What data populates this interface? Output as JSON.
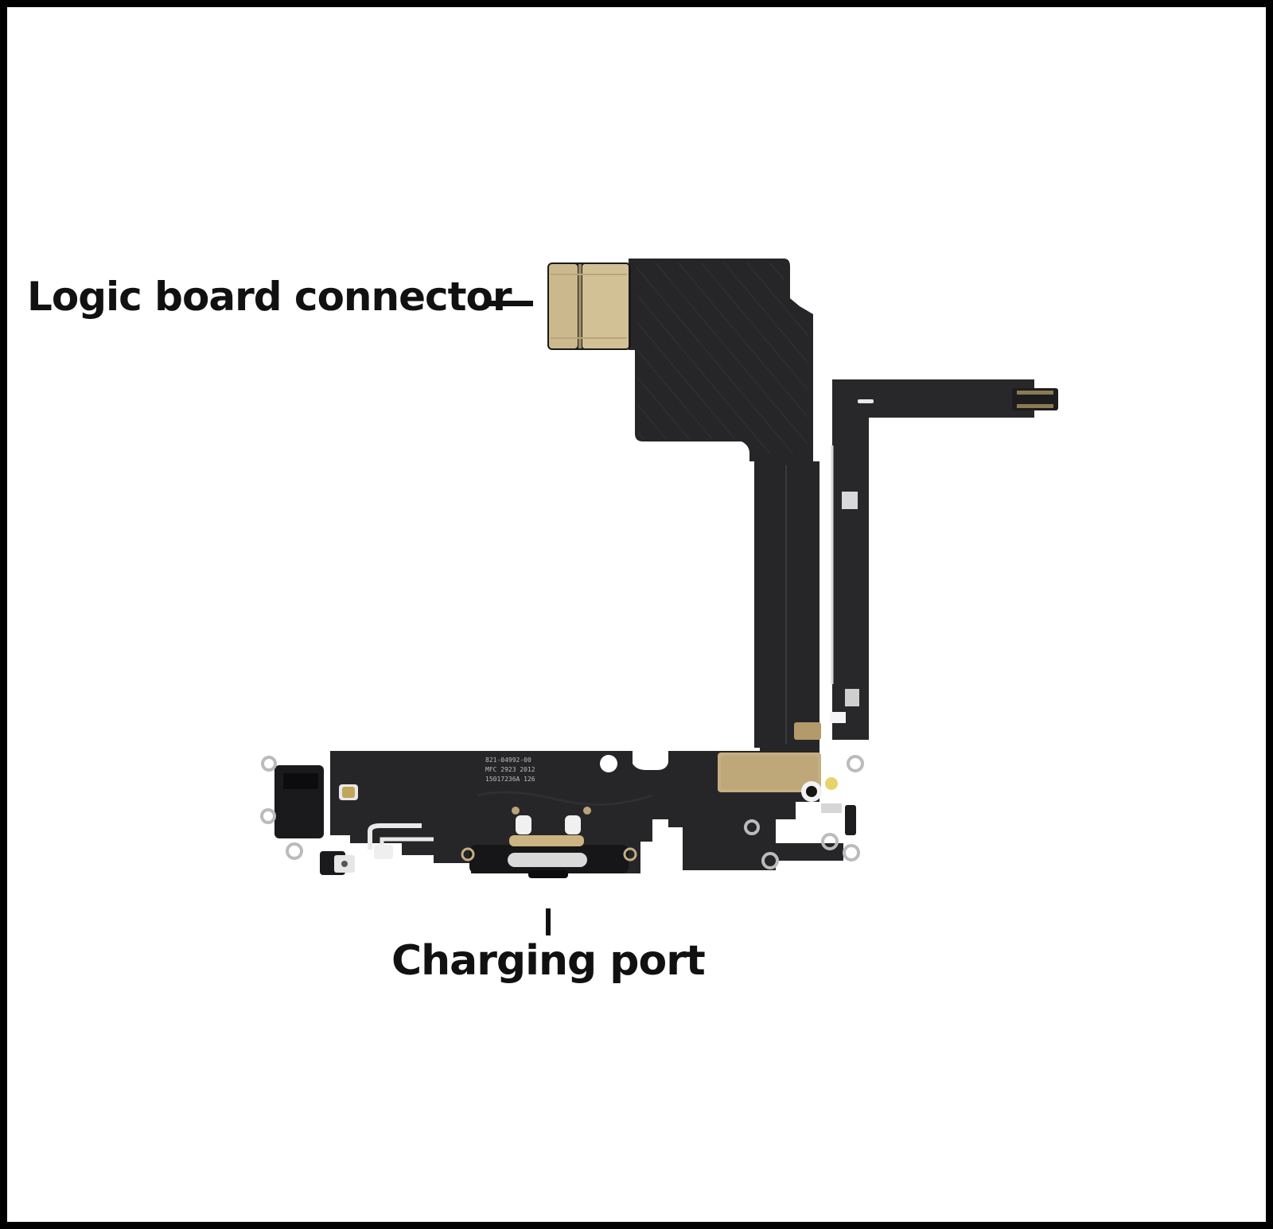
{
  "labels": {
    "logic_board_connector": "Logic board connector",
    "charging_port": "Charging port"
  },
  "part_markings": {
    "line1": "821-04992-00",
    "line2": "MFC 2923 2012",
    "line3": "15017236A 126"
  },
  "colors": {
    "frame": "#000000",
    "background": "#ffffff",
    "flex_cable": "#262628",
    "gold_contacts": "#c4ae82",
    "label_text": "#111111"
  }
}
